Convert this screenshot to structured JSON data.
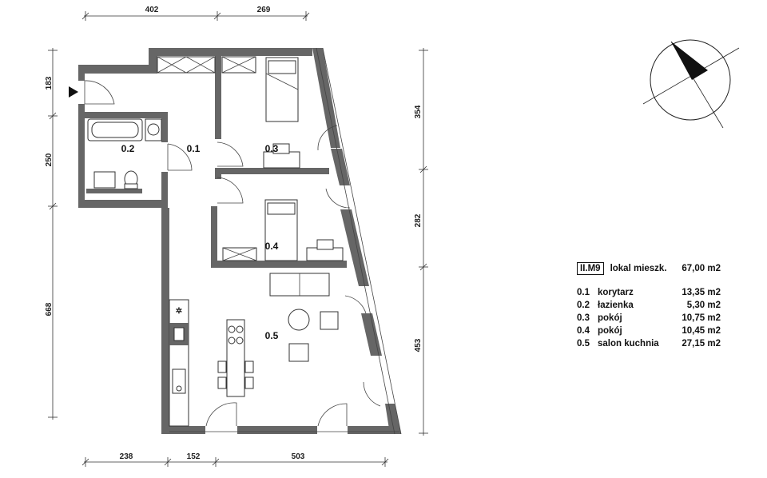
{
  "dimensions": {
    "top": [
      "402",
      "269"
    ],
    "bottom": [
      "238",
      "152",
      "503"
    ],
    "left": [
      "183",
      "250",
      "668"
    ],
    "right": [
      "354",
      "282",
      "453"
    ]
  },
  "rooms": {
    "r01": "0.1",
    "r02": "0.2",
    "r03": "0.3",
    "r04": "0.4",
    "r05": "0.5"
  },
  "legend": {
    "unit_id": "II.M9",
    "unit_label": "lokal mieszk.",
    "unit_area": "67,00 m2",
    "rows": [
      {
        "num": "0.1",
        "name": "korytarz",
        "area": "13,35 m2"
      },
      {
        "num": "0.2",
        "name": "łazienka",
        "area": "5,30 m2"
      },
      {
        "num": "0.3",
        "name": "pokój",
        "area": "10,75 m2"
      },
      {
        "num": "0.4",
        "name": "pokój",
        "area": "10,45 m2"
      },
      {
        "num": "0.5",
        "name": "salon kuchnia",
        "area": "27,15 m2"
      }
    ]
  },
  "colors": {
    "wall": "#666666",
    "line": "#333333"
  },
  "icons": [
    "compass-icon",
    "entrance-arrow-icon"
  ]
}
